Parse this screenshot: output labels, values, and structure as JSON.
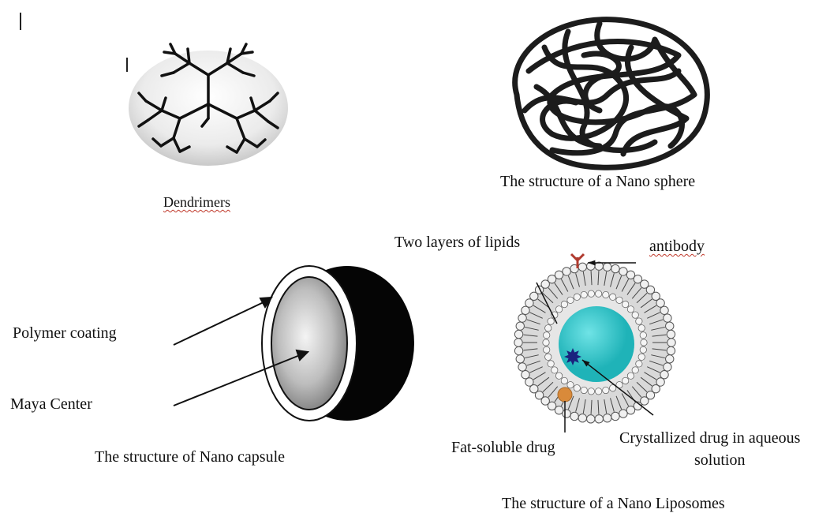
{
  "labels": {
    "dendrimers": "Dendrimers",
    "nano_sphere": "The structure of a Nano sphere",
    "two_layers": "Two layers of lipids",
    "antibody": "antibody",
    "polymer_coating": "Polymer coating",
    "maya_center": "Maya Center",
    "nano_capsule": "The structure of Nano capsule",
    "fat_soluble": "Fat-soluble drug",
    "crystallized_line1": "Crystallized drug in aqueous",
    "crystallized_line2": "solution",
    "nano_liposomes": "The structure of a Nano Liposomes"
  },
  "colors": {
    "drug_core": "#1fb3b8",
    "crystal": "#1a237e",
    "fat_drug": "#d98a3a",
    "antibody": "#b03a2e",
    "spellcheck": "#c0392b"
  }
}
